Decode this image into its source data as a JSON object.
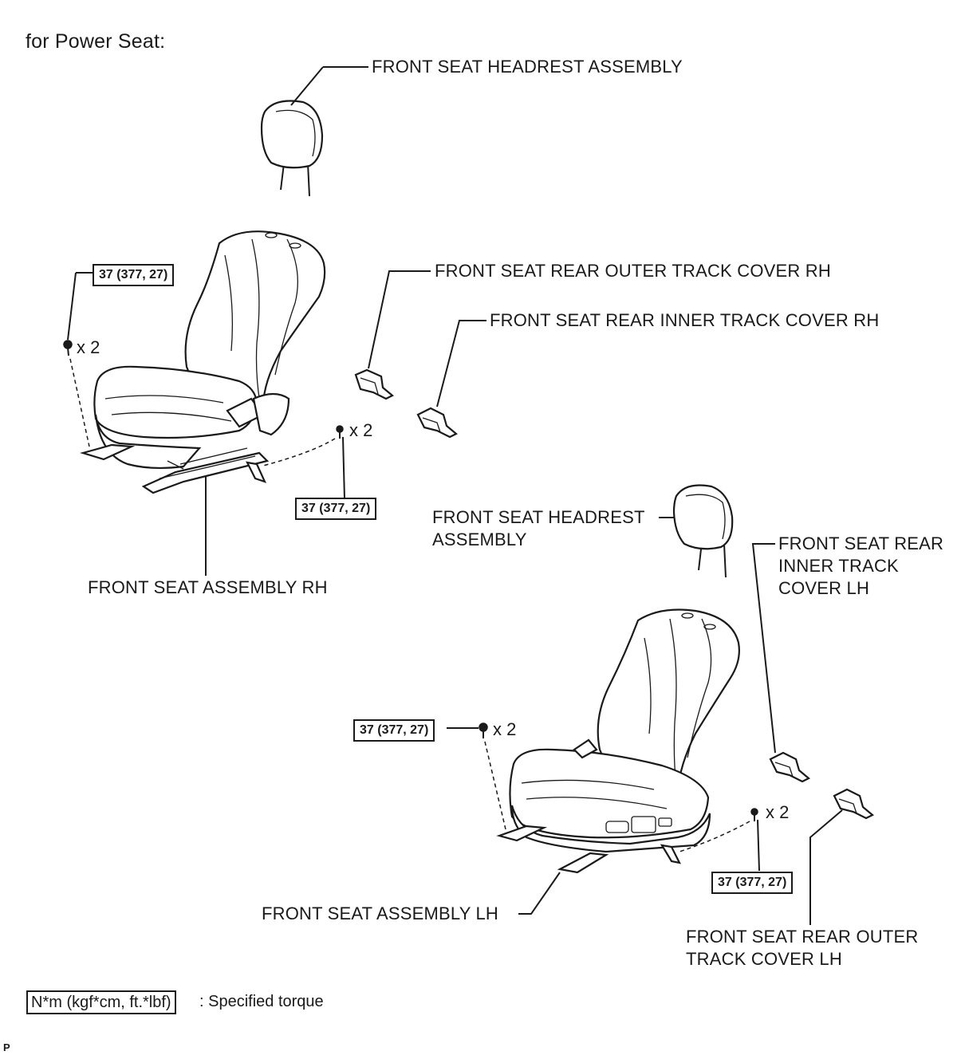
{
  "heading": "for Power Seat:",
  "labels": {
    "headrest_rh": "FRONT SEAT HEADREST ASSEMBLY",
    "outer_cover_rh": "FRONT SEAT REAR OUTER TRACK COVER RH",
    "inner_cover_rh": "FRONT SEAT REAR INNER TRACK COVER RH",
    "seat_rh": "FRONT SEAT ASSEMBLY RH",
    "headrest_lh_1": "FRONT SEAT HEADREST",
    "headrest_lh_2": "ASSEMBLY",
    "inner_cover_lh_1": "FRONT SEAT REAR",
    "inner_cover_lh_2": "INNER TRACK",
    "inner_cover_lh_3": "COVER LH",
    "seat_lh": "FRONT SEAT ASSEMBLY LH",
    "outer_cover_lh_1": "FRONT SEAT REAR OUTER",
    "outer_cover_lh_2": "TRACK COVER LH"
  },
  "torques": {
    "rh_front": "37 (377, 27)",
    "rh_rear": "37 (377, 27)",
    "lh_front": "37 (377, 27)",
    "lh_rear": "37 (377, 27)"
  },
  "quantities": {
    "rh_front": "x 2",
    "rh_rear": "x 2",
    "lh_front": "x 2",
    "lh_rear": "x 2"
  },
  "legend": {
    "unit": "N*m (kgf*cm, ft.*lbf)",
    "description": ": Specified torque"
  },
  "corner_mark": "P"
}
